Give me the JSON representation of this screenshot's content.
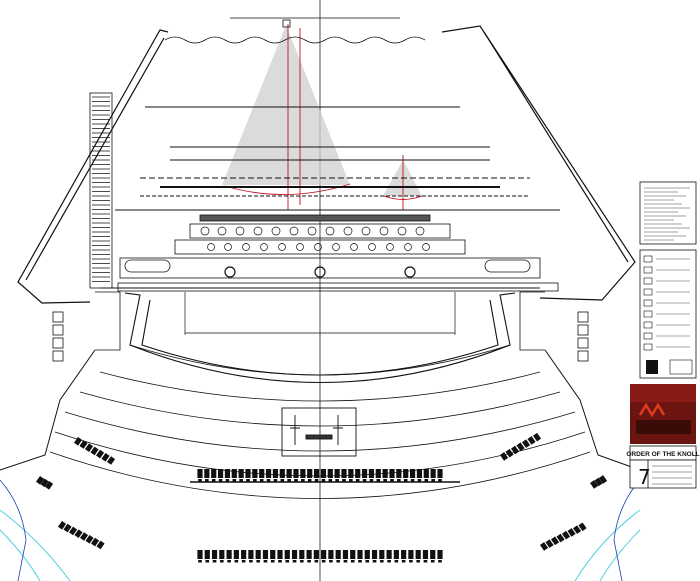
{
  "title_block": {
    "project_title": "ORDER OF THE KNOLL",
    "sheet_number": "7"
  },
  "colors": {
    "linework": "#111111",
    "centerline": "#222222",
    "rigging_red": "#c1121f",
    "light_cone": "#c8c8c8",
    "aisle_cyan": "#4fd0e0",
    "wall_blue": "#1f3fb0",
    "logo_dark": "#6b1410",
    "logo_accent": "#e03a1e"
  },
  "seating": {
    "front_center_row_seats": 36,
    "back_center_row_seats": 34
  }
}
